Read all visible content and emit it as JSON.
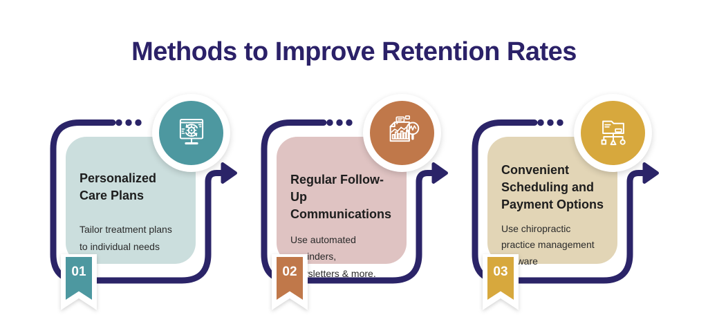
{
  "header": {
    "title": "Methods to Improve Retention Rates"
  },
  "colors": {
    "background": "#ffffff",
    "path_navy": "#2b2468",
    "headline": "#2b2168",
    "card_title_text": "#1d1d1d",
    "card_body_text": "#2a2a2a",
    "badge_number_text": "#ffffff"
  },
  "cards": [
    {
      "number": "01",
      "title": "Personalized\nCare Plans",
      "body": "Tailor treatment plans\nto individual needs",
      "icon": "presentation-process-icon",
      "accent_color": "#4d98a0",
      "panel_color": "#cbdedd"
    },
    {
      "number": "02",
      "title": "Regular Follow-Up\nCommunications",
      "body": "Use automated\nreminders,\nnewsletters & more.",
      "icon": "report-analysis-icon",
      "accent_color": "#c0784a",
      "panel_color": "#dfc3c2"
    },
    {
      "number": "03",
      "title": "Convenient\nScheduling and\nPayment Options",
      "body": "Use chiropractic\npractice management\nsoftware",
      "icon": "folder-hierarchy-icon",
      "accent_color": "#d7a83d",
      "panel_color": "#e2d5b6"
    }
  ]
}
